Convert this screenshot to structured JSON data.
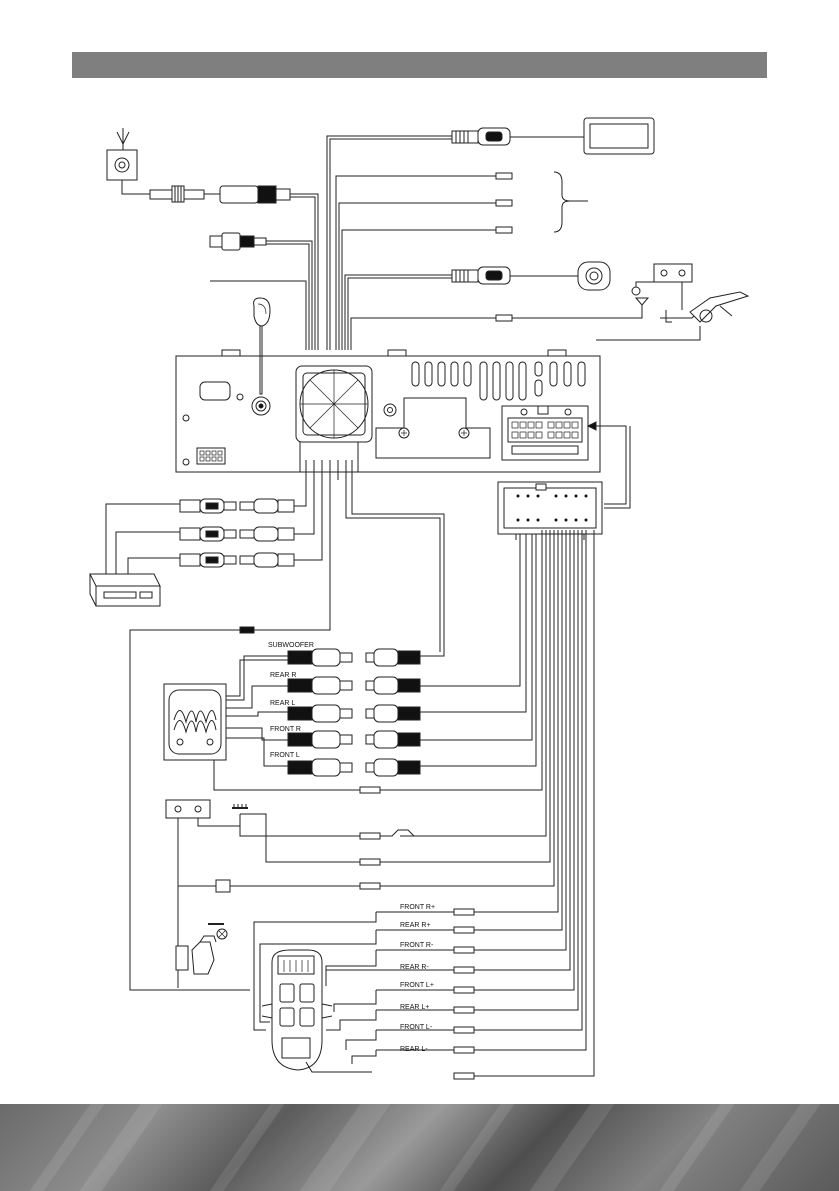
{
  "rca_labels": {
    "subwoofer": "SUBWOOFER",
    "rear_r": "REAR R",
    "rear_l": "REAR L",
    "front_r": "FRONT R",
    "front_l": "FRONT L"
  },
  "speaker_labels": {
    "front_r_pos": "FRONT R+",
    "rear_r_pos": "REAR R+",
    "front_r_neg": "FRONT R-",
    "rear_r_neg": "REAR R-",
    "front_l_pos": "FRONT L+",
    "rear_l_pos": "REAR L+",
    "front_l_neg": "FRONT L-",
    "rear_l_neg": "REAR L-"
  },
  "colors": {
    "header": "#7f7f7f",
    "line": "#222222"
  }
}
